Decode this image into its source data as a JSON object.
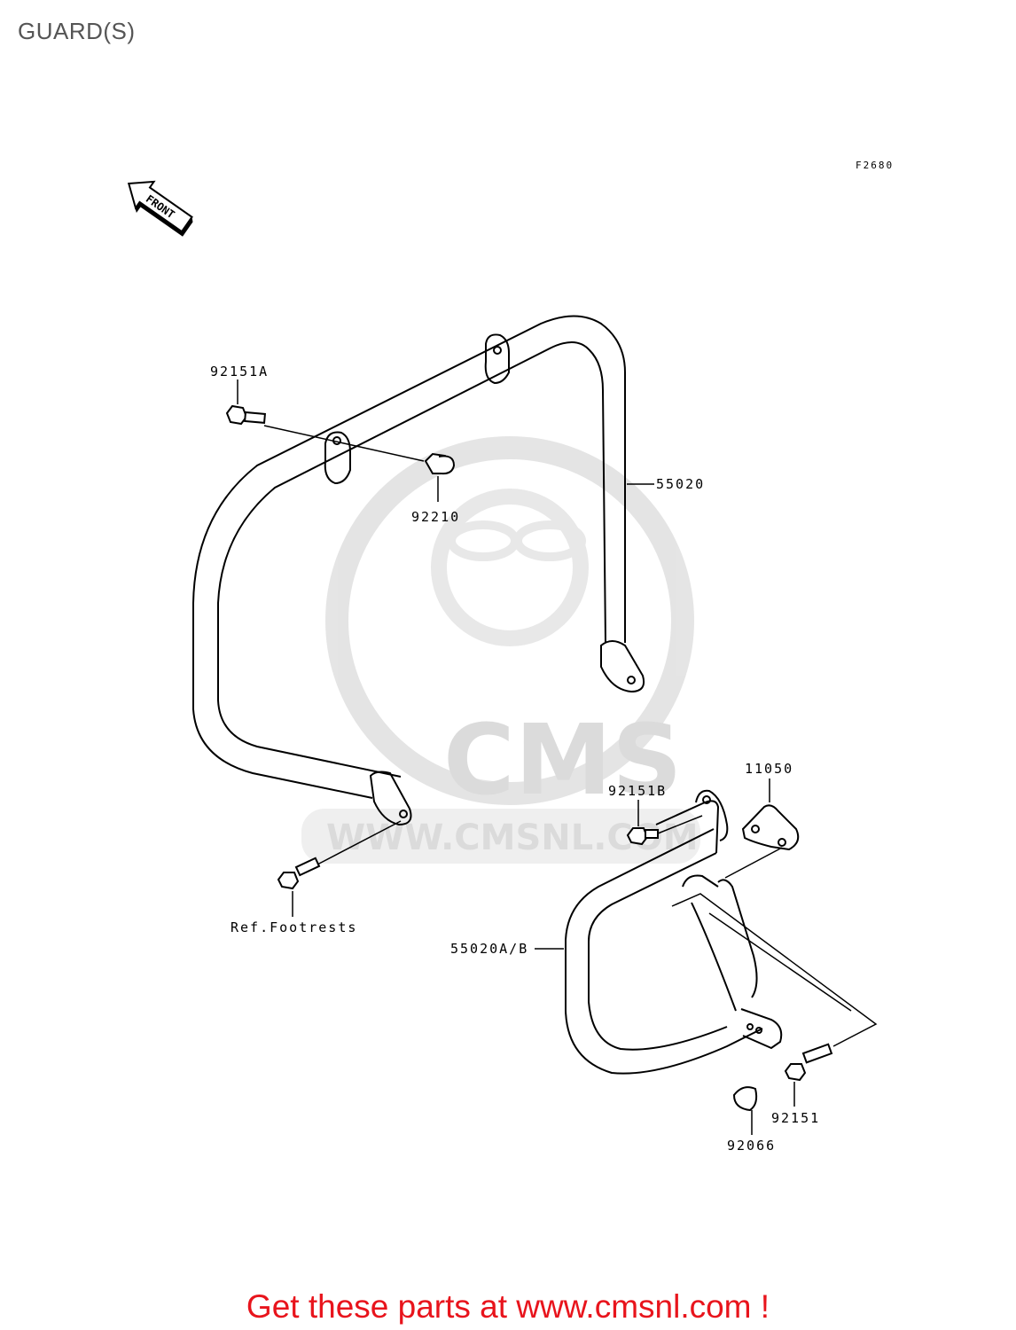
{
  "page": {
    "title": "GUARD(S)"
  },
  "diagram": {
    "figure_code": "F2680",
    "front_arrow_label": "FRONT",
    "parts": [
      {
        "id": "92151A",
        "label": "92151A"
      },
      {
        "id": "92210",
        "label": "92210"
      },
      {
        "id": "55020",
        "label": "55020"
      },
      {
        "id": "ref-footrests",
        "label": "Ref.Footrests"
      },
      {
        "id": "92151B",
        "label": "92151B"
      },
      {
        "id": "11050",
        "label": "11050"
      },
      {
        "id": "55020AB",
        "label": "55020A/B"
      },
      {
        "id": "92151",
        "label": "92151"
      },
      {
        "id": "92066",
        "label": "92066"
      }
    ],
    "watermark": {
      "logo_text": "CMS",
      "url_text": "WWW.CMSNL.COM"
    }
  },
  "footer": {
    "promo_text": "Get these parts at www.cmsnl.com !",
    "promo_color": "#e8141c"
  }
}
